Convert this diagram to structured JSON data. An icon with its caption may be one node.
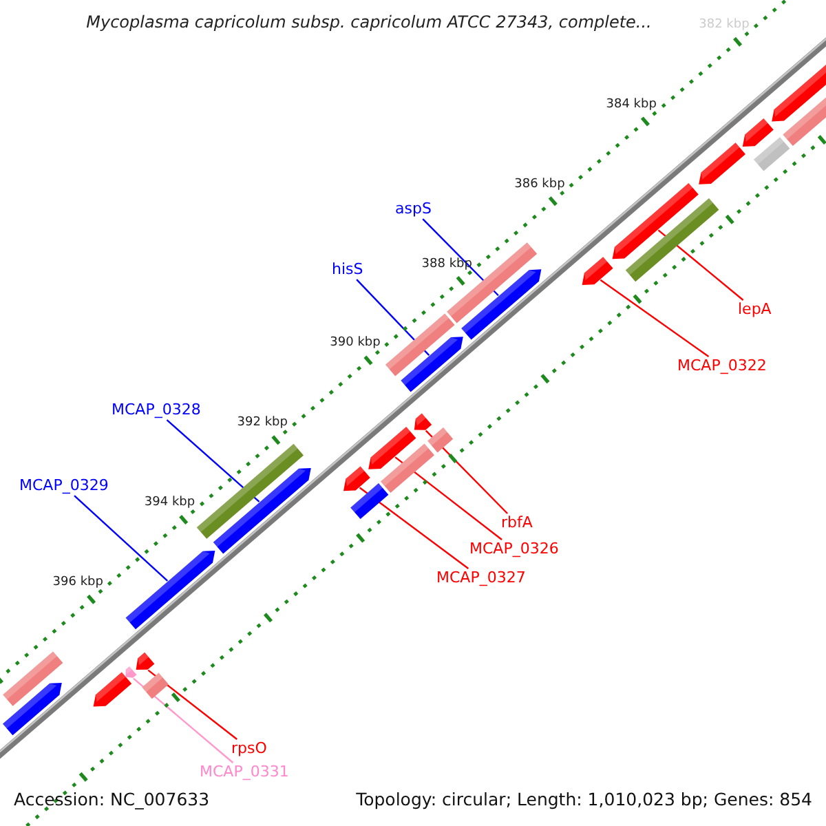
{
  "diagram": {
    "title": "Mycoplasma capricolum subsp. capricolum ATCC 27343, complete...",
    "nodes": [
      {
        "text": [
          "aspS"
        ]
      },
      {
        "text": [
          "hisS"
        ]
      },
      {
        "text": [
          "MCAP_0328"
        ]
      },
      {
        "text": [
          "MCAP_0329"
        ]
      },
      {
        "text": [
          "lepA"
        ]
      },
      {
        "text": [
          "MCAP_0322"
        ]
      },
      {
        "text": [
          "rbfA"
        ]
      },
      {
        "text": [
          "MCAP_0326"
        ]
      },
      {
        "text": [
          "MCAP_0327"
        ]
      },
      {
        "text": [
          "rpsO"
        ]
      },
      {
        "text": [
          "MCAP_0331"
        ]
      },
      {
        "text": [],
        "shape": "bar"
      },
      {
        "text": [],
        "shape": "bar"
      },
      {
        "text": [],
        "shape": "bar"
      },
      {
        "text": [],
        "shape": "bar"
      },
      {
        "text": [],
        "shape": "bar"
      },
      {
        "text": [],
        "shape": "bar"
      },
      {
        "text": [],
        "shape": "bar"
      },
      {
        "text": [],
        "shape": "bar"
      },
      {
        "text": [],
        "shape": "bar"
      },
      {
        "text": [],
        "shape": "bar"
      },
      {
        "text": [],
        "shape": "bar"
      },
      {
        "text": [],
        "shape": "bar"
      },
      {
        "text": [],
        "shape": "bar"
      },
      {
        "text": [],
        "shape": "bar"
      },
      {
        "text": [],
        "shape": "bar"
      },
      {
        "text": [],
        "shape": "bar"
      },
      {
        "text": [],
        "shape": "bar"
      },
      {
        "text": [],
        "shape": "bar"
      },
      {
        "text": [],
        "shape": "bar"
      },
      {
        "text": [],
        "shape": "bar"
      },
      {
        "text": [],
        "shape": "bar"
      },
      {
        "text": [],
        "shape": "bar"
      },
      {
        "text": [],
        "shape": "bar"
      },
      {
        "text": [],
        "shape": "bar"
      },
      {
        "text": [],
        "shape": "bar"
      },
      {
        "text": [],
        "shape": "bar"
      },
      {
        "text": [],
        "shape": "bar"
      }
    ],
    "edges": [
      {
        "from": 0,
        "to": 29,
        "arrow": "none",
        "color": "#0000ff"
      },
      {
        "from": 1,
        "to": 26,
        "arrow": "none",
        "color": "#0000ff"
      },
      {
        "from": 2,
        "to": 19,
        "arrow": "none",
        "color": "#0000ff"
      },
      {
        "from": 3,
        "to": 17,
        "arrow": "none",
        "color": "#0000ff"
      },
      {
        "from": 4,
        "to": 31,
        "arrow": "none"
      },
      {
        "from": 5,
        "to": 30,
        "arrow": "none"
      },
      {
        "from": 6,
        "to": 25,
        "arrow": "none"
      },
      {
        "from": 7,
        "to": 22,
        "arrow": "none"
      },
      {
        "from": 8,
        "to": 20,
        "arrow": "none"
      },
      {
        "from": 9,
        "to": 15,
        "arrow": "none"
      },
      {
        "from": 10,
        "to": 14,
        "arrow": "none",
        "color": "#ff99cc"
      }
    ],
    "labels": [
      "382 kbp",
      "384 kbp",
      "386 kbp",
      "388 kbp",
      "390 kbp",
      "392 kbp",
      "394 kbp",
      "396 kbp",
      "Accession: NC_007633",
      "Topology: circular; Length: 1,010,023 bp; Genes: 854"
    ]
  }
}
